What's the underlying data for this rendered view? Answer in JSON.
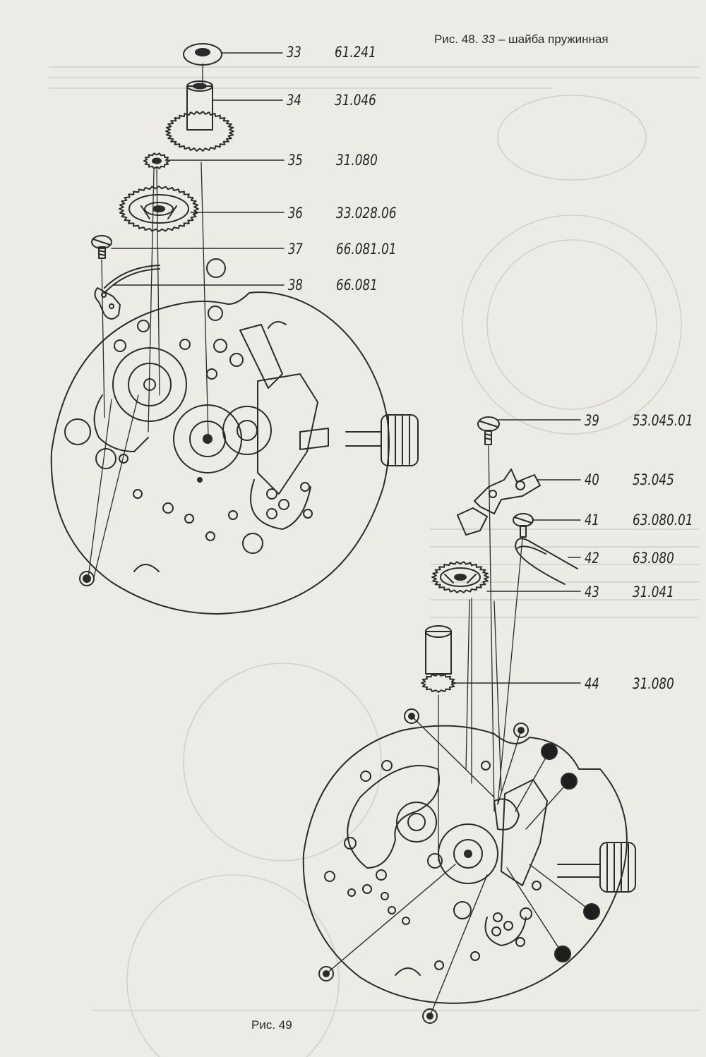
{
  "fig48_caption": {
    "prefix": "Рис. 48.",
    "item": "33",
    "text": "– шайба пружинная"
  },
  "fig49_caption": "Рис. 49",
  "colors": {
    "paper": "#ecebe6",
    "ink": "#2b2b2b",
    "ghost": "#cfcdc6"
  },
  "callouts": [
    {
      "num": "33",
      "code": "61.241"
    },
    {
      "num": "34",
      "code": "31.046"
    },
    {
      "num": "35",
      "code": "31.080"
    },
    {
      "num": "36",
      "code": "33.028.06"
    },
    {
      "num": "37",
      "code": "66.081.01"
    },
    {
      "num": "38",
      "code": "66.081"
    },
    {
      "num": "39",
      "code": "53.045.01"
    },
    {
      "num": "40",
      "code": "53.045"
    },
    {
      "num": "41",
      "code": "63.080.01"
    },
    {
      "num": "42",
      "code": "63.080"
    },
    {
      "num": "43",
      "code": "31.041"
    },
    {
      "num": "44",
      "code": "31.080"
    }
  ]
}
